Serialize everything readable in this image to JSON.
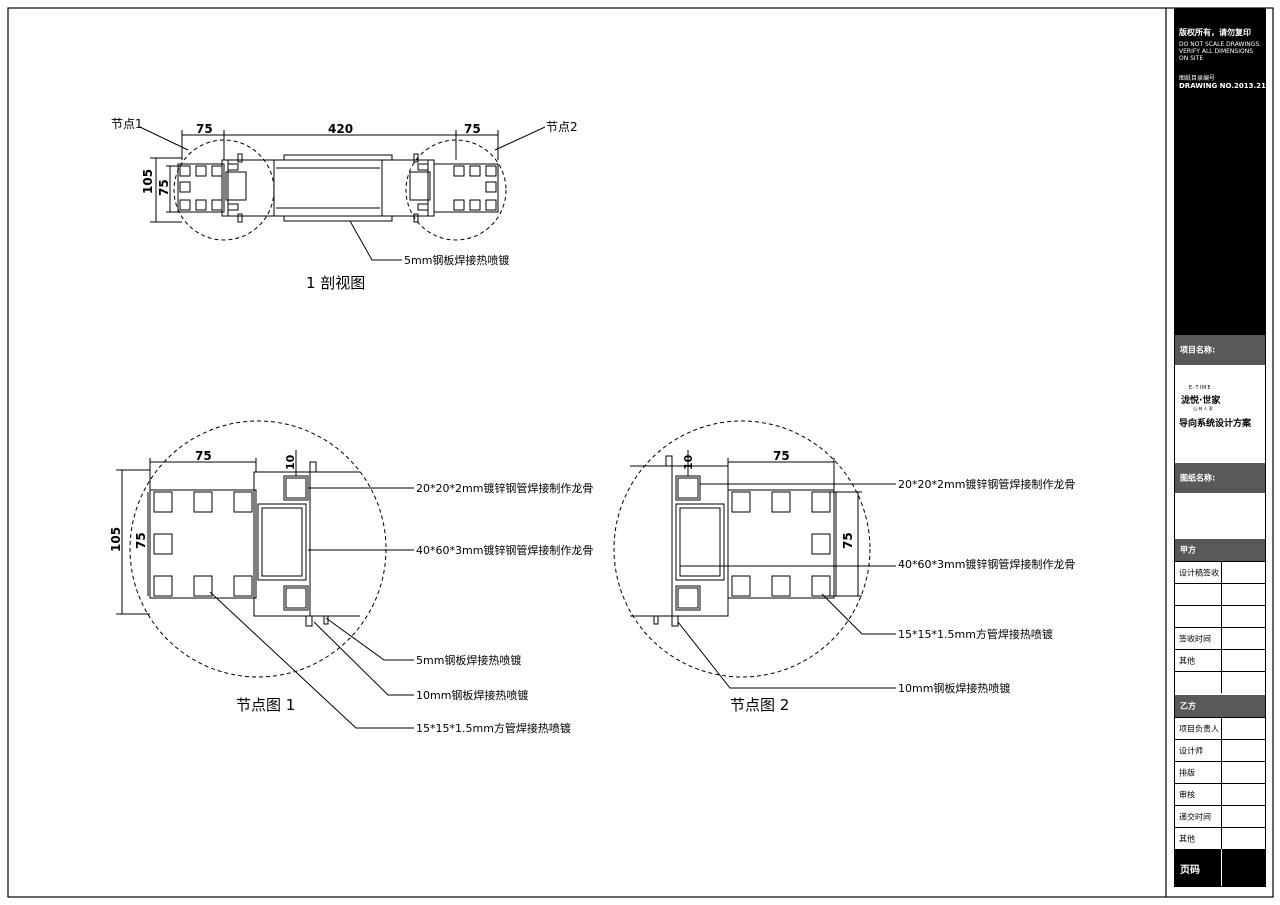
{
  "drawing": {
    "section_view": {
      "title": "1 剖视图",
      "node1_label": "节点1",
      "node2_label": "节点2",
      "dim_left": "75",
      "dim_middle": "420",
      "dim_right": "75",
      "dim_height_outer": "105",
      "dim_height_inner": "75",
      "callout": "5mm钢板焊接热喷镀"
    },
    "node1": {
      "title": "节点图 1",
      "dim_width": "75",
      "dim_top": "10",
      "dim_height_outer": "105",
      "dim_height_inner": "75",
      "callout_a": "20*20*2mm镀锌钢管焊接制作龙骨",
      "callout_b": "40*60*3mm镀锌钢管焊接制作龙骨",
      "callout_c": "5mm钢板焊接热喷镀",
      "callout_d": "10mm钢板焊接热喷镀",
      "callout_e": "15*15*1.5mm方管焊接热喷镀"
    },
    "node2": {
      "title": "节点图 2",
      "dim_width": "75",
      "dim_top": "10",
      "dim_height_inner": "75",
      "callout_a": "20*20*2mm镀锌钢管焊接制作龙骨",
      "callout_b": "40*60*3mm镀锌钢管焊接制作龙骨",
      "callout_c": "15*15*1.5mm方管焊接热喷镀",
      "callout_d": "10mm钢板焊接热喷镀"
    }
  },
  "title_block": {
    "copyright": "版权所有，请勿复印",
    "note_line1": "DO NOT SCALE DRAWINGS.",
    "note_line2": "VERIFY ALL DIMENSIONS",
    "note_line3": "ON SITE",
    "drawing_no_label": "图纸目录编号",
    "drawing_no": "DRAWING NO.2013.21",
    "project_name_label": "项目名称:",
    "logo_top": "E-TIME",
    "logo_name": "泷悦·世家",
    "logo_sub": "山 林 人 家",
    "project_title": "导向系统设计方案",
    "drawing_name_label": "图纸名称:",
    "party_a": "甲方",
    "party_a_rows": [
      "设计稿签收",
      "",
      "",
      "签收时间",
      "其他",
      ""
    ],
    "party_b": "乙方",
    "party_b_rows": [
      "项目负责人",
      "设计师",
      "排版",
      "审核",
      "递交时间",
      "其他"
    ],
    "page_code": "页码"
  }
}
